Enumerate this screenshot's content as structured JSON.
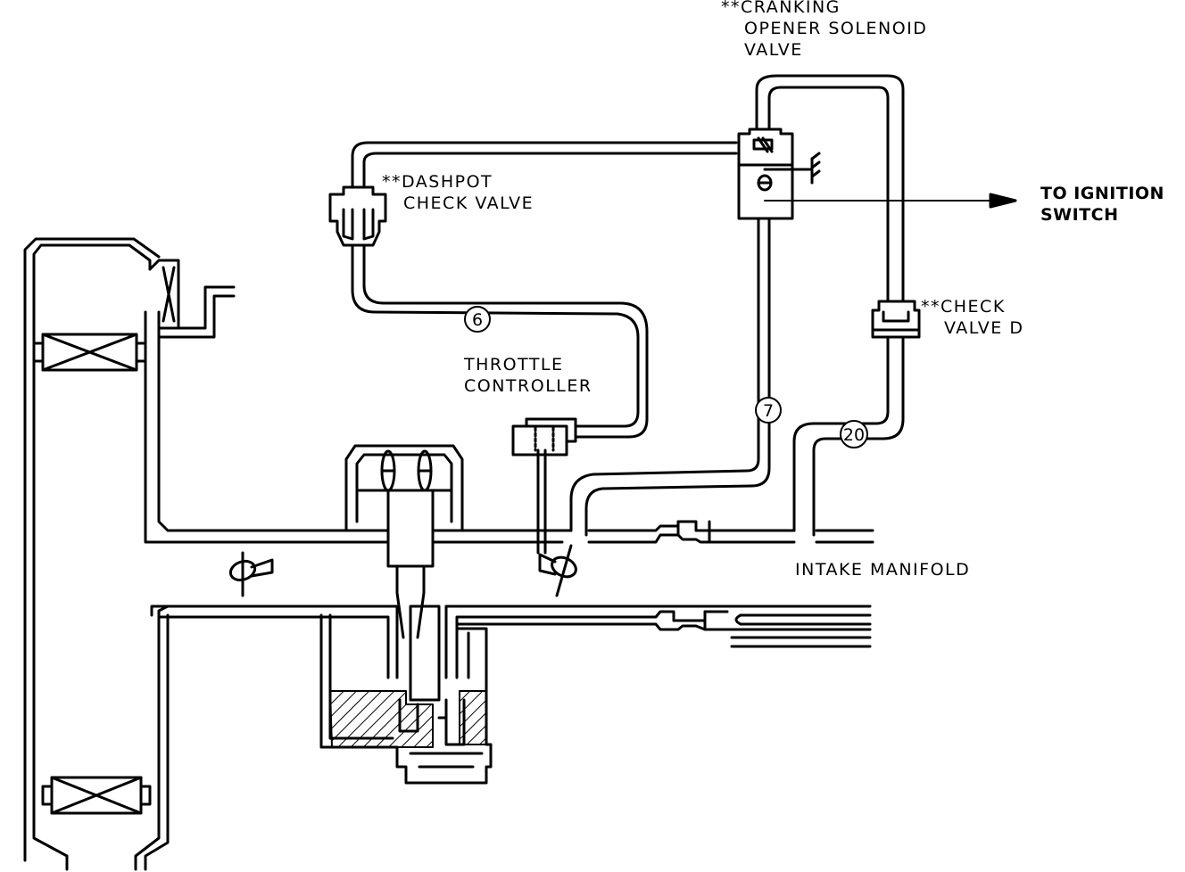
{
  "labels": {
    "cranking_line1": "**CRANKING",
    "cranking_line2": "OPENER SOLENOID",
    "cranking_line3": "VALVE",
    "dashpot_line1": "**DASHPOT",
    "dashpot_line2": "CHECK VALVE",
    "ignition_line1": "TO IGNITION",
    "ignition_line2": "SWITCH",
    "checkd_line1": "**CHECK",
    "checkd_line2": "VALVE D",
    "throttle_line1": "THROTTLE",
    "throttle_line2": "CONTROLLER",
    "intake": "INTAKE MANIFOLD"
  },
  "hose_numbers": {
    "hose_6": "6",
    "hose_7": "7",
    "hose_20": "20"
  }
}
